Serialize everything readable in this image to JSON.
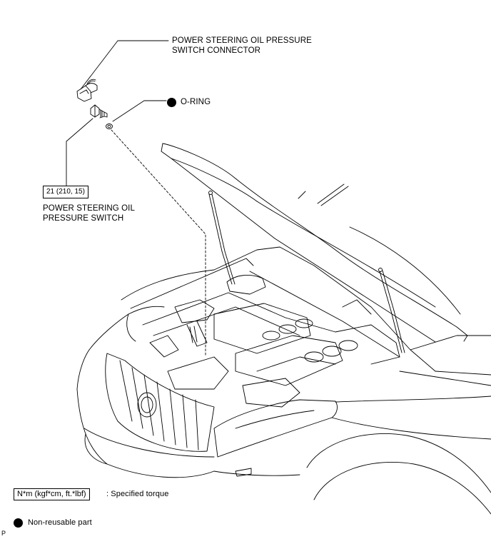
{
  "callouts": {
    "connector_line1": "POWER STEERING OIL PRESSURE",
    "connector_line2": "SWITCH CONNECTOR",
    "oring": "O-RING",
    "torque_value": "21 (210, 15)",
    "switch_line1": "POWER STEERING OIL",
    "switch_line2": "PRESSURE SWITCH"
  },
  "legend": {
    "torque_box": "N*m (kgf*cm, ft.*lbf)",
    "torque_desc": ": Specified torque",
    "nonreusable_desc": "Non-reusable part"
  },
  "corner_mark": "P"
}
